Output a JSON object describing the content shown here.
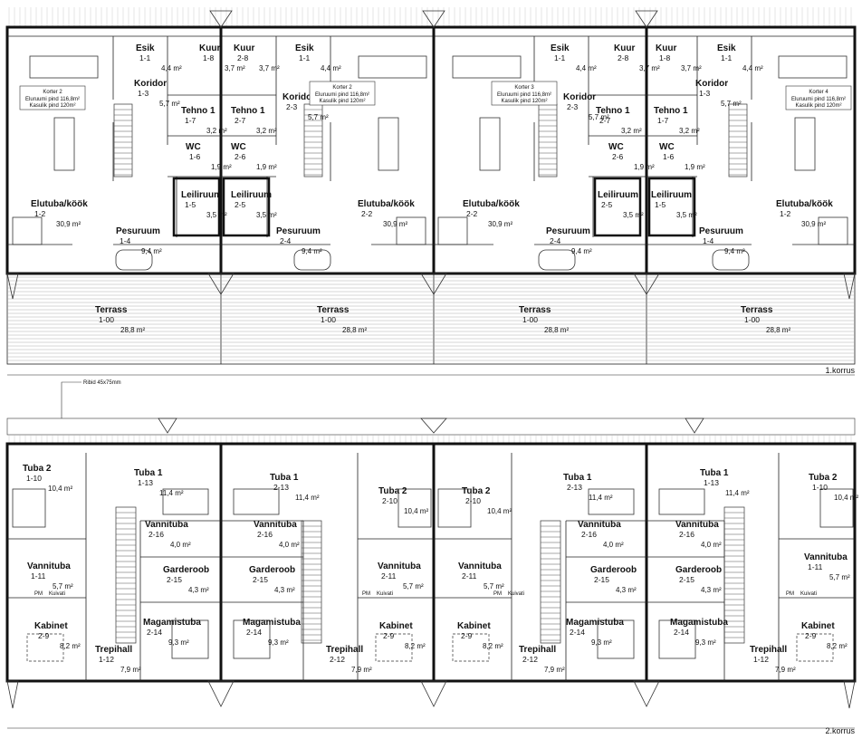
{
  "floors": [
    {
      "title": "1.korrus",
      "rooms": [
        {
          "name": "Esik",
          "code": "1-1",
          "area": "4,4 m²"
        },
        {
          "name": "Kuur",
          "code": "1-8",
          "area": "3,7 m²"
        },
        {
          "name": "Kuur",
          "code": "2-8",
          "area": "3,7 m²"
        },
        {
          "name": "Esik",
          "code": "1-1",
          "area": "4,4 m²"
        },
        {
          "name": "Koridor",
          "code": "1-3",
          "area": "5,7 m²"
        },
        {
          "name": "Koridor",
          "code": "2-3",
          "area": "5,7 m²"
        },
        {
          "name": "Tehno 1",
          "code": "1-7",
          "area": "3,2 m²"
        },
        {
          "name": "Tehno 1",
          "code": "2-7",
          "area": "3,2 m²"
        },
        {
          "name": "WC",
          "code": "1-6",
          "area": "1,9 m²"
        },
        {
          "name": "WC",
          "code": "2-6",
          "area": "1,9 m²"
        },
        {
          "name": "Leiliruum",
          "code": "1-5",
          "area": "3,5 m²"
        },
        {
          "name": "Leiliruum",
          "code": "2-5",
          "area": "3,5 m²"
        },
        {
          "name": "Elutuba/köök",
          "code": "1-2",
          "area": "30,9 m²"
        },
        {
          "name": "Pesuruum",
          "code": "1-4",
          "area": "9,4 m²"
        },
        {
          "name": "Pesuruum",
          "code": "2-4",
          "area": "9,4 m²"
        },
        {
          "name": "Elutuba/köök",
          "code": "2-2",
          "area": "30,9 m²"
        },
        {
          "name": "Esik",
          "code": "1-1",
          "area": "4,4 m²"
        },
        {
          "name": "Kuur",
          "code": "2-8",
          "area": "3,7 m²"
        },
        {
          "name": "Kuur",
          "code": "1-8",
          "area": "3,7 m²"
        },
        {
          "name": "Esik",
          "code": "1-1",
          "area": "4,4 m²"
        },
        {
          "name": "Koridor",
          "code": "2-3",
          "area": "5,7 m²"
        },
        {
          "name": "Koridor",
          "code": "1-3",
          "area": "5,7 m²"
        },
        {
          "name": "Tehno 1",
          "code": "2-7",
          "area": "3,2 m²"
        },
        {
          "name": "Tehno 1",
          "code": "1-7",
          "area": "3,2 m²"
        },
        {
          "name": "WC",
          "code": "2-6",
          "area": "1,9 m²"
        },
        {
          "name": "WC",
          "code": "1-6",
          "area": "1,9 m²"
        },
        {
          "name": "Leiliruum",
          "code": "2-5",
          "area": "3,5 m²"
        },
        {
          "name": "Leiliruum",
          "code": "1-5",
          "area": "3,5 m²"
        },
        {
          "name": "Elutuba/köök",
          "code": "2-2",
          "area": "30,9 m²"
        },
        {
          "name": "Pesuruum",
          "code": "2-4",
          "area": "9,4 m²"
        },
        {
          "name": "Pesuruum",
          "code": "1-4",
          "area": "9,4 m²"
        },
        {
          "name": "Elutuba/köök",
          "code": "1-2",
          "area": "30,9 m²"
        },
        {
          "name": "Terrass",
          "code": "1-00",
          "area": "28,8 m²"
        },
        {
          "name": "Terrass",
          "code": "1-00",
          "area": "28,8 m²"
        },
        {
          "name": "Terrass",
          "code": "1-00",
          "area": "28,8 m²"
        },
        {
          "name": "Terrass",
          "code": "1-00",
          "area": "28,8 m²"
        }
      ],
      "apartments": [
        {
          "name": "Korter 2",
          "line1": "Eluruumi pind 116,8m²",
          "line2": "Kasulik pind 120m²"
        },
        {
          "name": "Korter 2",
          "line1": "Eluruumi pind 116,8m²",
          "line2": "Kasulik pind 120m²"
        },
        {
          "name": "Korter 3",
          "line1": "Eluruumi pind 116,8m²",
          "line2": "Kasulik pind 120m²"
        },
        {
          "name": "Korter 4",
          "line1": "Eluruumi pind 116,8m²",
          "line2": "Kasulik pind 120m²"
        }
      ]
    },
    {
      "title": "2.korrus",
      "rooms": [
        {
          "name": "Tuba 2",
          "code": "1-10",
          "area": "10,4 m²"
        },
        {
          "name": "Tuba 1",
          "code": "1-13",
          "area": "11,4 m²"
        },
        {
          "name": "Tuba 1",
          "code": "2-13",
          "area": "11,4 m²"
        },
        {
          "name": "Tuba 2",
          "code": "2-10",
          "area": "10,4 m²"
        },
        {
          "name": "Vannituba",
          "code": "2-16",
          "area": "4,0 m²"
        },
        {
          "name": "Vannituba",
          "code": "2-16",
          "area": "4,0 m²"
        },
        {
          "name": "Vannituba",
          "code": "1-11",
          "area": "5,7 m²"
        },
        {
          "name": "Vannituba",
          "code": "2-11",
          "area": "5,7 m²"
        },
        {
          "name": "Garderoob",
          "code": "2-15",
          "area": "4,3 m²"
        },
        {
          "name": "Garderoob",
          "code": "2-15",
          "area": "4,3 m²"
        },
        {
          "name": "Kabinet",
          "code": "2-9",
          "area": "8,2 m²"
        },
        {
          "name": "Magamistuba",
          "code": "2-14",
          "area": "9,3 m²"
        },
        {
          "name": "Magamistuba",
          "code": "2-14",
          "area": "9,3 m²"
        },
        {
          "name": "Kabinet",
          "code": "2-9",
          "area": "8,2 m²"
        },
        {
          "name": "Trepihall",
          "code": "1-12",
          "area": "7,9 m²"
        },
        {
          "name": "Trepihall",
          "code": "2-12",
          "area": "7,9 m²"
        },
        {
          "name": "Tuba 2",
          "code": "2-10",
          "area": "10,4 m²"
        },
        {
          "name": "Tuba 1",
          "code": "2-13",
          "area": "11,4 m²"
        },
        {
          "name": "Tuba 1",
          "code": "1-13",
          "area": "11,4 m²"
        },
        {
          "name": "Tuba 2",
          "code": "1-10",
          "area": "10,4 m²"
        },
        {
          "name": "Vannituba",
          "code": "2-16",
          "area": "4,0 m²"
        },
        {
          "name": "Vannituba",
          "code": "2-16",
          "area": "4,0 m²"
        },
        {
          "name": "Vannituba",
          "code": "2-11",
          "area": "5,7 m²"
        },
        {
          "name": "Vannituba",
          "code": "1-11",
          "area": "5,7 m²"
        },
        {
          "name": "Garderoob",
          "code": "2-15",
          "area": "4,3 m²"
        },
        {
          "name": "Garderoob",
          "code": "2-15",
          "area": "4,3 m²"
        },
        {
          "name": "Kabinet",
          "code": "2-9",
          "area": "8,2 m²"
        },
        {
          "name": "Magamistuba",
          "code": "2-14",
          "area": "9,3 m²"
        },
        {
          "name": "Magamistuba",
          "code": "2-14",
          "area": "9,3 m²"
        },
        {
          "name": "Kabinet",
          "code": "2-9",
          "area": "8,2 m²"
        },
        {
          "name": "Trepihall",
          "code": "2-12",
          "area": "7,9 m²"
        },
        {
          "name": "Trepihall",
          "code": "1-12",
          "area": "7,9 m²"
        }
      ]
    }
  ],
  "notes": {
    "ribid": "Ribid 45x75mm",
    "pm": "PM",
    "kuivati": "Kuivati"
  }
}
